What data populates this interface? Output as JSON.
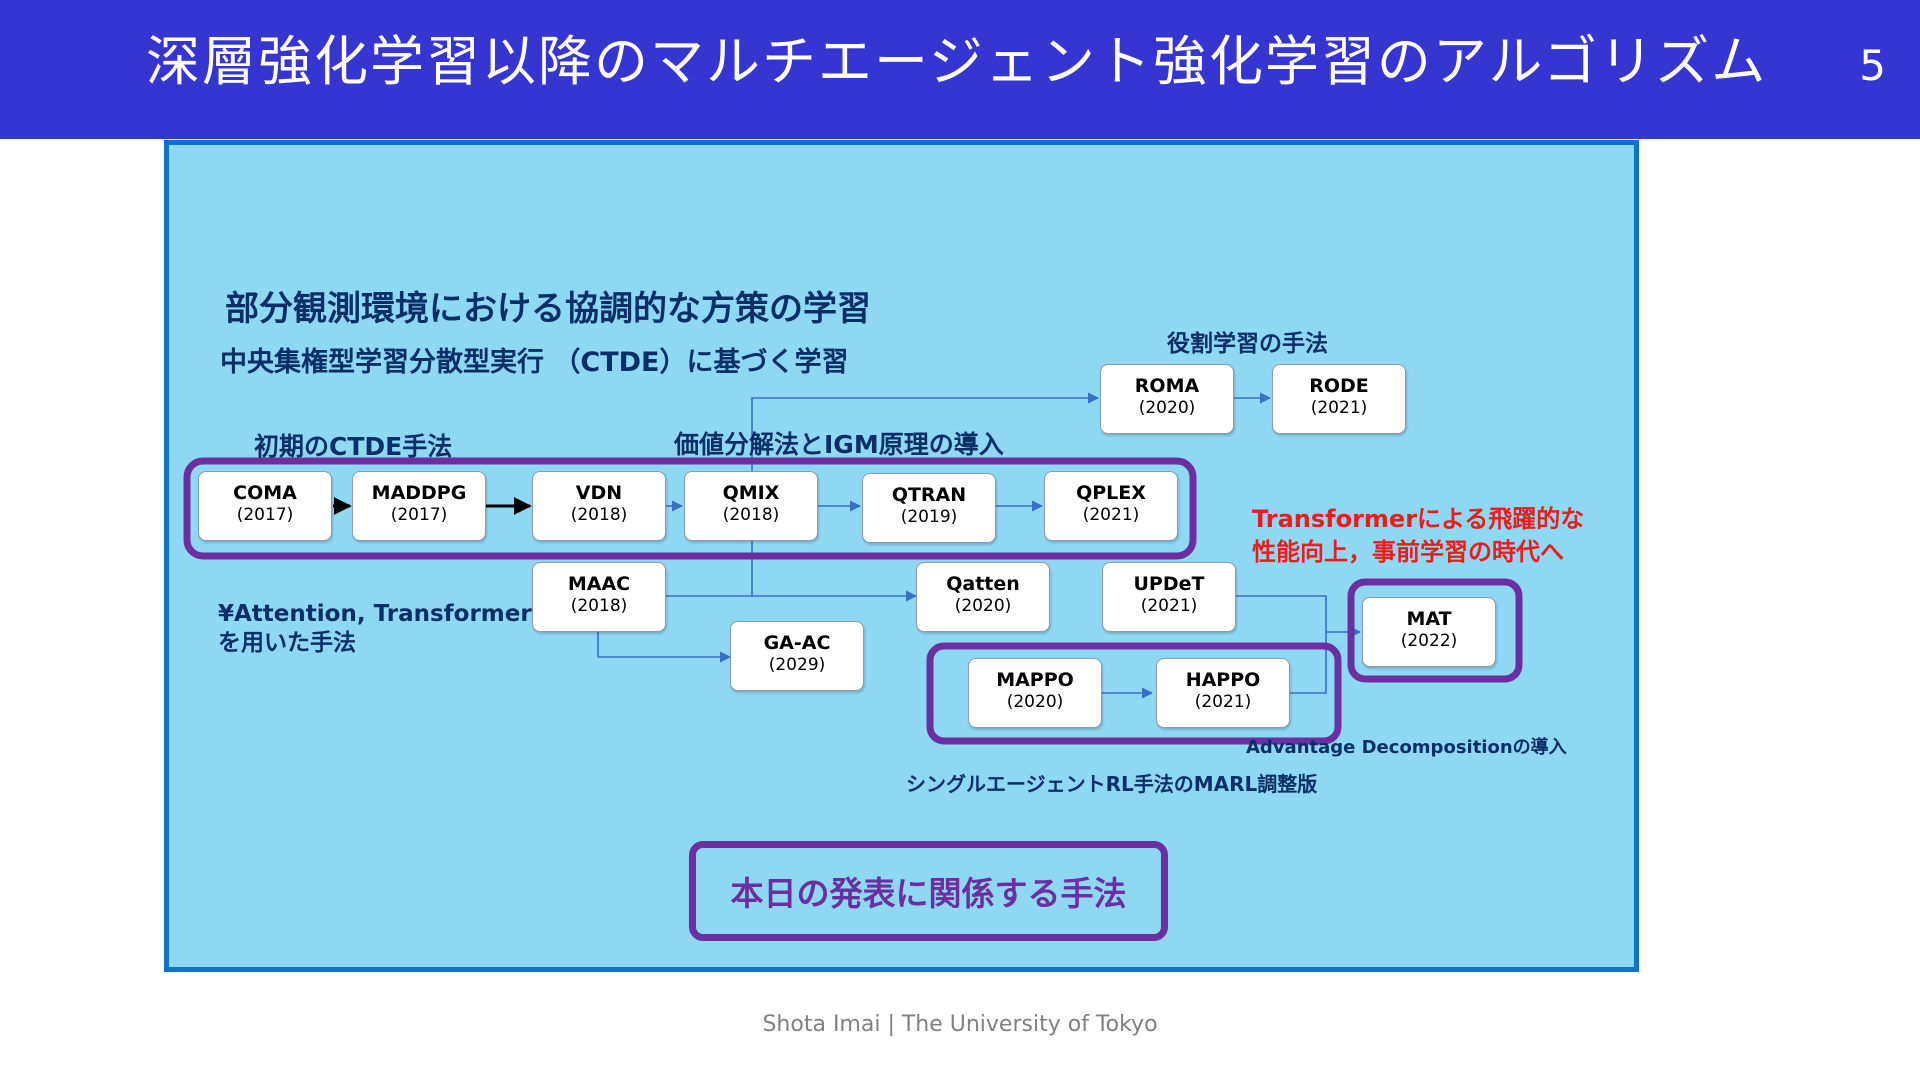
{
  "slide": {
    "title": "深層強化学習以降のマルチエージェント強化学習のアルゴリズム",
    "page_number": "5",
    "footer": "Shota Imai | The University of Tokyo"
  },
  "diagram": {
    "heading_main": "部分観測環境における協調的な方策の学習",
    "heading_sub": "中央集権型学習分散型実行 （CTDE）に基づく学習",
    "labels": {
      "early_ctde": "初期のCTDE手法",
      "value_decomp": "価値分解法とIGM原理の導入",
      "role_learning": "役割学習の手法",
      "attention": "¥Attention, Transformer\nを用いた手法",
      "transformer": "Transformerによる飛躍的な\n性能向上，事前学習の時代へ",
      "advantage": "Advantage Decompositionの導入",
      "single_agent": "シングルエージェントRL手法のMARL調整版"
    },
    "legend": "本日の発表に関係する手法",
    "nodes": {
      "coma": {
        "name": "COMA",
        "year": "(2017)"
      },
      "maddpg": {
        "name": "MADDPG",
        "year": "(2017)"
      },
      "vdn": {
        "name": "VDN",
        "year": "(2018)"
      },
      "qmix": {
        "name": "QMIX",
        "year": "(2018)"
      },
      "qtran": {
        "name": "QTRAN",
        "year": "(2019)"
      },
      "qplex": {
        "name": "QPLEX",
        "year": "(2021)"
      },
      "roma": {
        "name": "ROMA",
        "year": "(2020)"
      },
      "rode": {
        "name": "RODE",
        "year": "(2021)"
      },
      "maac": {
        "name": "MAAC",
        "year": "(2018)"
      },
      "gaac": {
        "name": "GA-AC",
        "year": "(2029)"
      },
      "qatten": {
        "name": "Qatten",
        "year": "(2020)"
      },
      "updet": {
        "name": "UPDeT",
        "year": "(2021)"
      },
      "mappo": {
        "name": "MAPPO",
        "year": "(2020)"
      },
      "happo": {
        "name": "HAPPO",
        "year": "(2021)"
      },
      "mat": {
        "name": "MAT",
        "year": "(2022)"
      }
    },
    "colors": {
      "header": "#3535d2",
      "panel": "#8fd8f4",
      "panel_border": "#0f74c8",
      "highlight": "#6c2fa0",
      "emphasis_text": "#ee1b1b",
      "heading_text": "#0a2f66",
      "arrow": "#3a6fc8"
    }
  }
}
